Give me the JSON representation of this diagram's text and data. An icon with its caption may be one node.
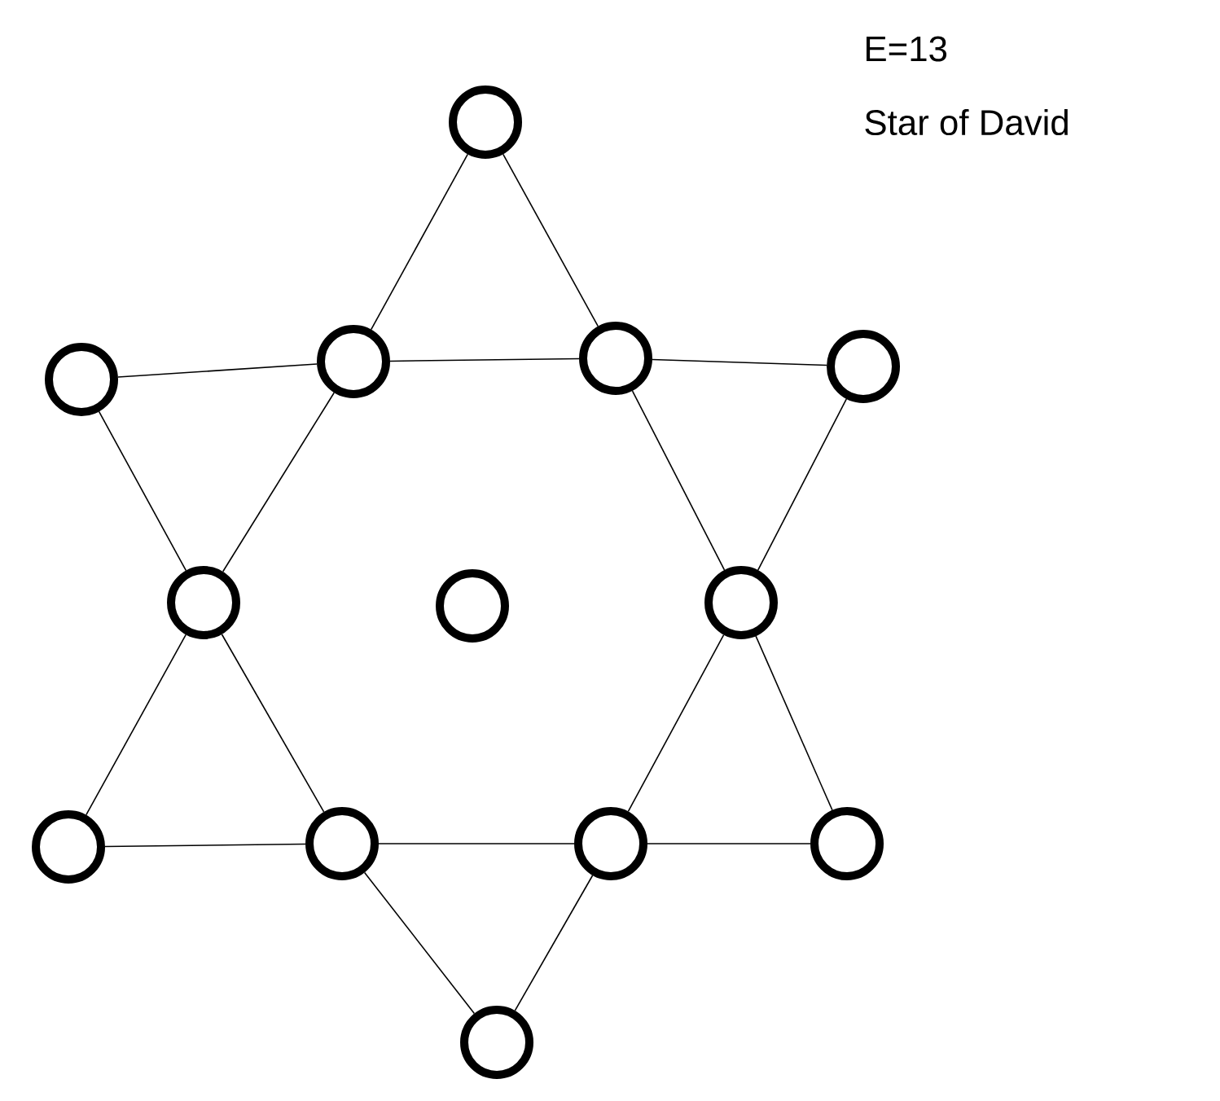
{
  "diagram": {
    "nodes": [
      {
        "text": [],
        "shape": "circle"
      },
      {
        "text": [],
        "shape": "circle"
      },
      {
        "text": [],
        "shape": "circle"
      },
      {
        "text": [],
        "shape": "circle"
      },
      {
        "text": [],
        "shape": "circle"
      },
      {
        "text": [],
        "shape": "circle"
      },
      {
        "text": [],
        "shape": "circle"
      },
      {
        "text": [],
        "shape": "circle"
      },
      {
        "text": [],
        "shape": "circle"
      },
      {
        "text": [],
        "shape": "circle"
      },
      {
        "text": [],
        "shape": "circle"
      },
      {
        "text": [],
        "shape": "circle"
      },
      {
        "text": [],
        "shape": "circle"
      }
    ],
    "edges": [
      {
        "from": 0,
        "to": 2,
        "arrow": "none"
      },
      {
        "from": 2,
        "to": 5,
        "arrow": "none"
      },
      {
        "from": 5,
        "to": 8,
        "arrow": "none"
      },
      {
        "from": 0,
        "to": 3,
        "arrow": "none"
      },
      {
        "from": 3,
        "to": 7,
        "arrow": "none"
      },
      {
        "from": 7,
        "to": 11,
        "arrow": "none"
      },
      {
        "from": 8,
        "to": 9,
        "arrow": "none"
      },
      {
        "from": 9,
        "to": 10,
        "arrow": "none"
      },
      {
        "from": 10,
        "to": 11,
        "arrow": "none"
      },
      {
        "from": 1,
        "to": 2,
        "arrow": "none"
      },
      {
        "from": 2,
        "to": 3,
        "arrow": "none"
      },
      {
        "from": 3,
        "to": 4,
        "arrow": "none"
      },
      {
        "from": 1,
        "to": 5,
        "arrow": "none"
      },
      {
        "from": 5,
        "to": 9,
        "arrow": "none"
      },
      {
        "from": 9,
        "to": 12,
        "arrow": "none"
      },
      {
        "from": 4,
        "to": 7,
        "arrow": "none"
      },
      {
        "from": 7,
        "to": 10,
        "arrow": "none"
      },
      {
        "from": 10,
        "to": 12,
        "arrow": "none"
      }
    ],
    "labels": [
      "E=13",
      "Star of David"
    ]
  }
}
